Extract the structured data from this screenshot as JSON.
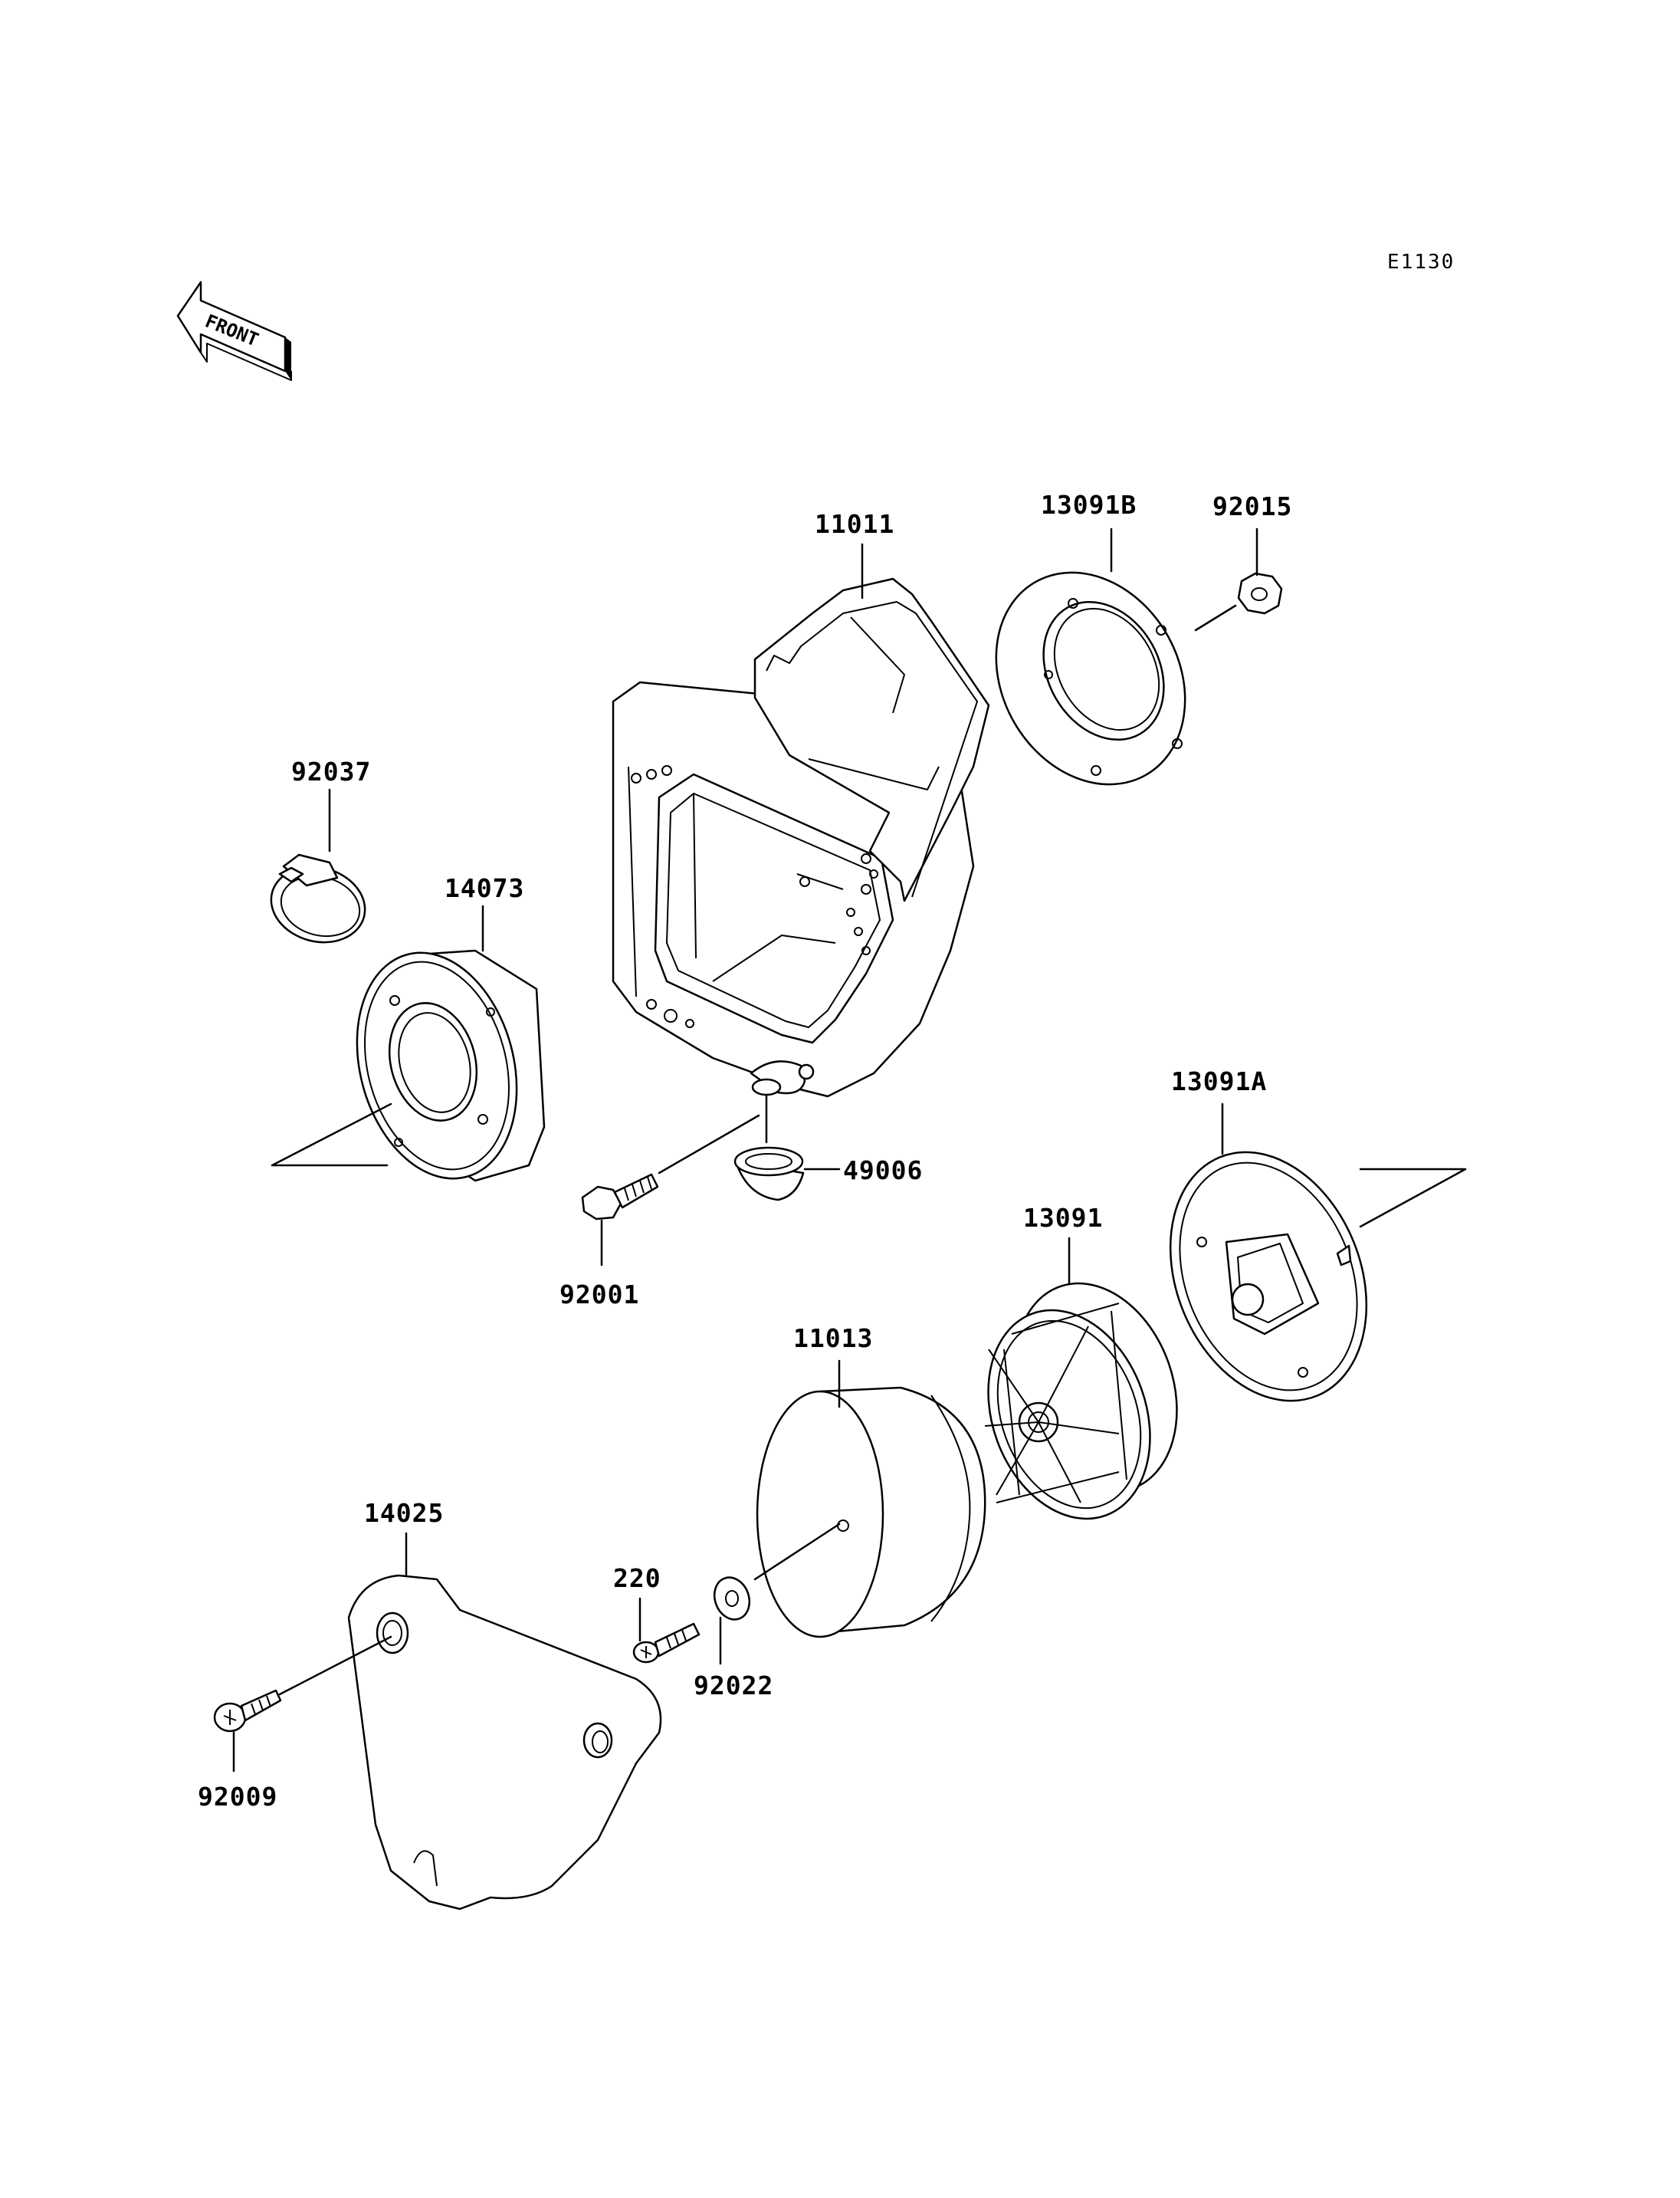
{
  "diagram_code": "E1130",
  "front_label": "FRONT",
  "parts": {
    "air_box": "11011",
    "gasket_b": "13091B",
    "nut": "92015",
    "clamp": "92037",
    "duct": "14073",
    "bolt_box": "92001",
    "drain_cap": "49006",
    "gasket_a": "13091A",
    "filter_holder": "13091",
    "filter_element": "11013",
    "cover": "14025",
    "screw": "220",
    "washer": "92022",
    "cover_bolt": "92009"
  }
}
